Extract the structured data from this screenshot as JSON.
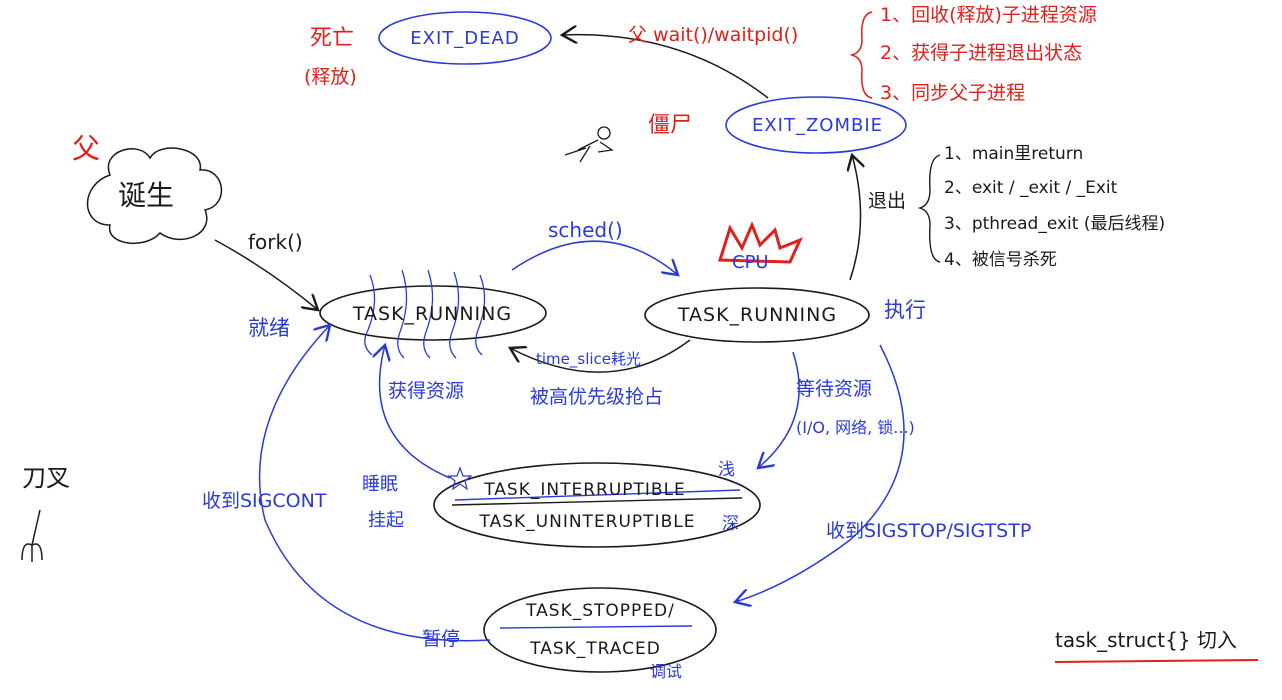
{
  "states": {
    "exit_dead": "EXIT_DEAD",
    "exit_zombie": "EXIT_ZOMBIE",
    "running_ready": "TASK_RUNNING",
    "running_exec": "TASK_RUNNING",
    "interruptible": "TASK_INTERRUPTIBLE",
    "uninterruptible": "TASK_UNINTERUPTIBLE",
    "stopped": "TASK_STOPPED/",
    "traced": "TASK_TRACED"
  },
  "labels": {
    "death": "死亡",
    "release": "(释放)",
    "parent_wait": "父 wait()/waitpid()",
    "zombie_cn": "僵尸",
    "parent_top": "父",
    "birth": "诞生",
    "fork": "fork()",
    "sched": "sched()",
    "cpu": "CPU",
    "ready": "就绪",
    "execute": "执行",
    "time_slice": "time_slice耗光",
    "preempt": "被高优先级抢占",
    "acquire": "获得资源",
    "wait_resource": "等待资源",
    "wait_detail": "(I/O, 网络, 锁...)",
    "exit_arrow": "退出",
    "sleep": "睡眠",
    "suspend": "挂起",
    "shallow": "浅",
    "deep": "深",
    "sigcont": "收到SIGCONT",
    "sigstop": "收到SIGSTOP/SIGTSTP",
    "pause": "暂停",
    "debug": "调试",
    "fork_tool": "刀叉",
    "task_struct": "task_struct{} 切入"
  },
  "reap_notes": [
    "1、回收(释放)子进程资源",
    "2、获得子进程退出状态",
    "3、同步父子进程"
  ],
  "exit_reasons": [
    "1、main里return",
    "2、exit / _exit / _Exit",
    "3、pthread_exit (最后线程)",
    "4、被信号杀死"
  ],
  "colors": {
    "ink": "#1a1a1a",
    "blue": "#2a3ad8",
    "red": "#e0201a"
  }
}
